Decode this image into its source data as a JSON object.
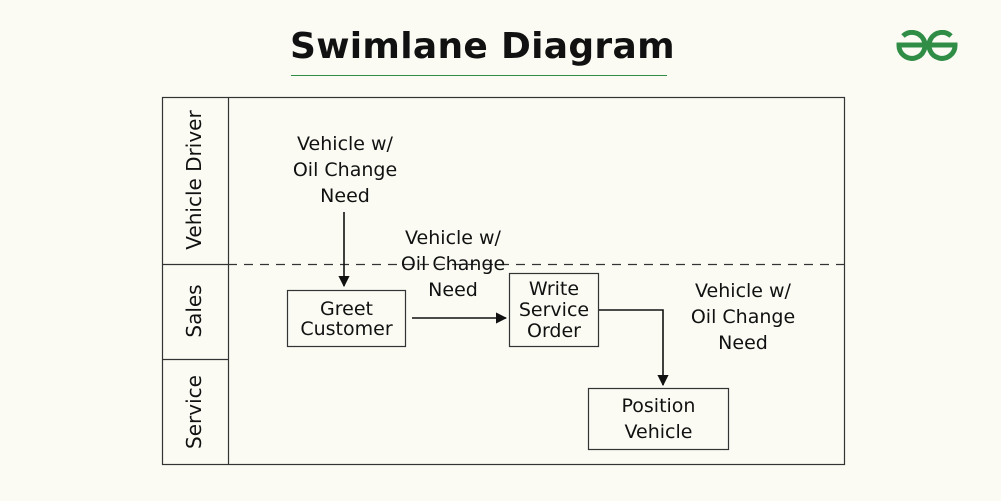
{
  "title": "Swimlane Diagram",
  "brand_color": "#2f8d46",
  "logo_icon": "gfg-logo-icon",
  "lanes": [
    "Vehicle Driver",
    "Sales",
    "Service"
  ],
  "labels": {
    "driver_start": [
      "Vehicle w/",
      "Oil Change",
      "Need"
    ],
    "sales_flow": [
      "Vehicle w/",
      "Oil Change",
      "Need"
    ],
    "service_flow": [
      "Vehicle w/",
      "Oil Change",
      "Need"
    ]
  },
  "boxes": {
    "greet": [
      "Greet",
      "Customer"
    ],
    "write": [
      "Write",
      "Service",
      "Order"
    ],
    "position": [
      "Position",
      "Vehicle"
    ]
  }
}
